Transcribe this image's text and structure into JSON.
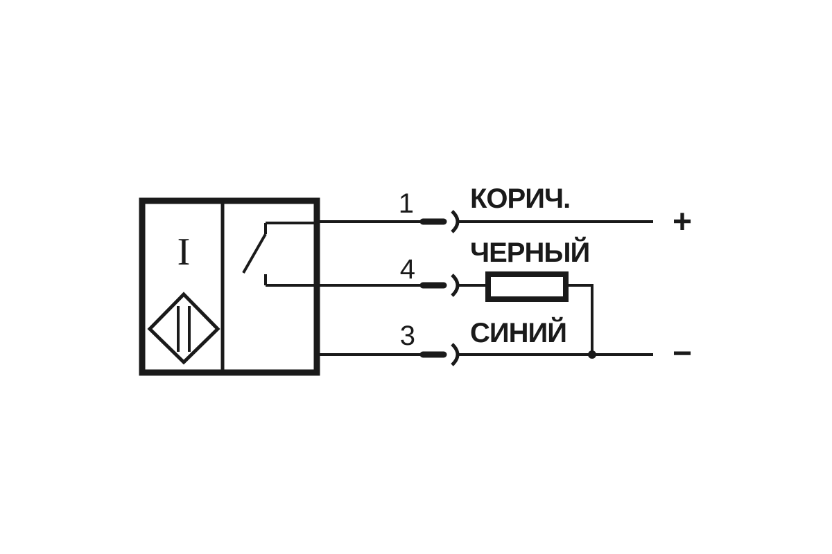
{
  "sensor": {
    "symbol": "I"
  },
  "wires": [
    {
      "pin": "1",
      "color_label": "КОРИЧ.",
      "terminal": "+"
    },
    {
      "pin": "4",
      "color_label": "ЧЕРНЫЙ",
      "terminal": ""
    },
    {
      "pin": "3",
      "color_label": "СИНИЙ",
      "terminal": "−"
    }
  ],
  "colors": {
    "ink": "#1a1a1a",
    "background": "#ffffff"
  }
}
